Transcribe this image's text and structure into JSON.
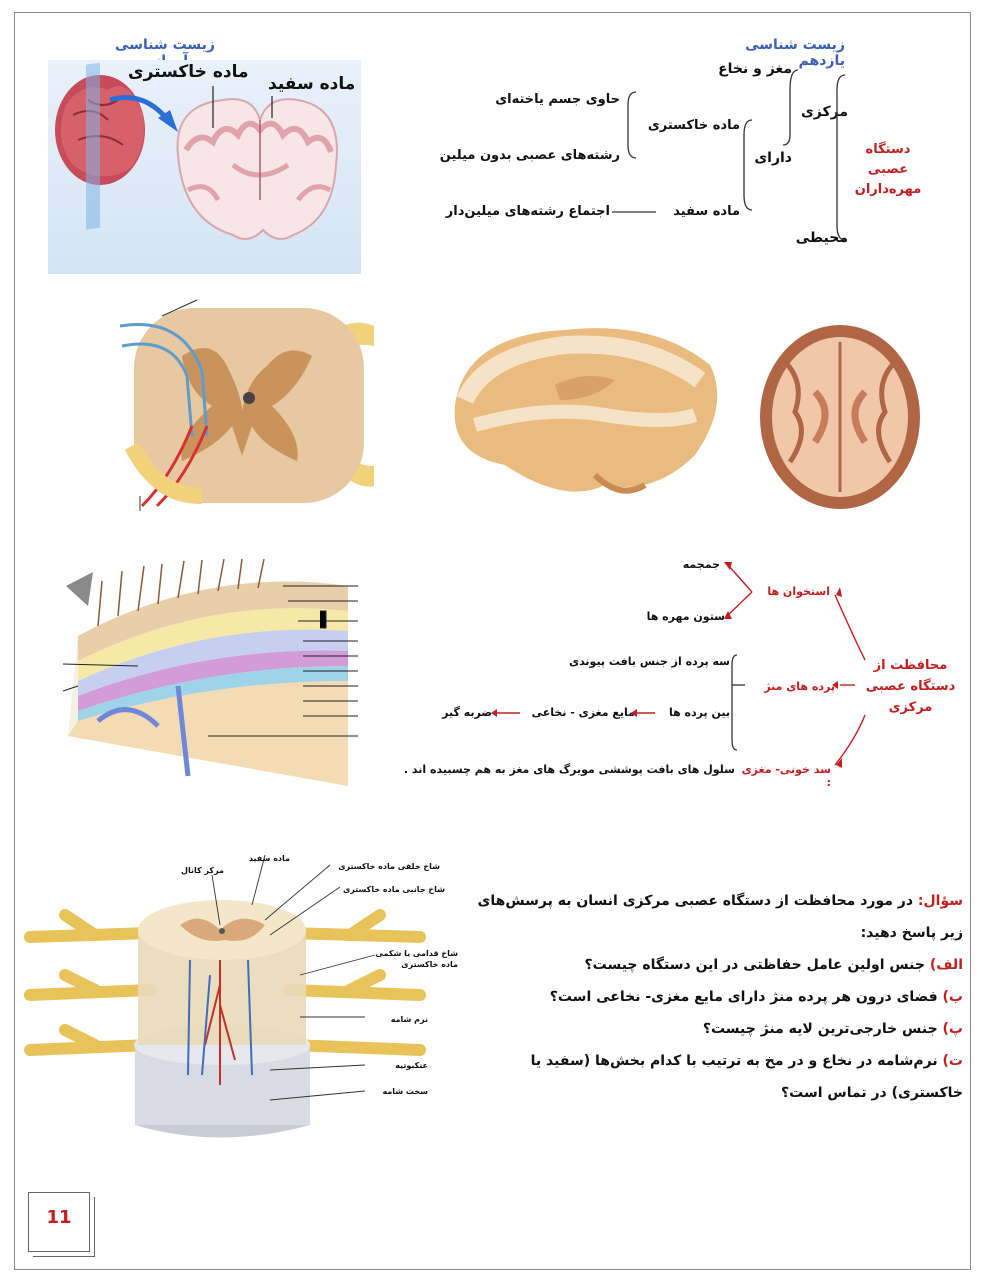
{
  "page": {
    "number": "11"
  },
  "section1": {
    "left_title": "زیست شناسی آرمانی",
    "image_labels": {
      "gray": "ماده خاکستری",
      "white": "ماده سفید"
    },
    "right_title": "زیست شناسی یازدهم",
    "tree": {
      "root": "دستگاه عصبی مهره‌داران",
      "central": "مرکزی",
      "peripheral": "محیطی",
      "brain_spinal": "مغز و نخاع",
      "has": "دارای",
      "gray": "ماده خاکستری",
      "gray_items": [
        "حاوی جسم یاخته‌ای",
        "رشته‌های عصبی بدون میلین"
      ],
      "white": "ماده سفید",
      "white_item": "اجتماع رشته‌های میلین‌دار"
    }
  },
  "section3": {
    "root": "محافظت از دستگاه عصبی مرکزی",
    "bones": "استخوان ها",
    "bone_items": [
      "جمجمه",
      "ستون مهره ها"
    ],
    "meninges": "پرده های منژ",
    "meninges_items": [
      "سه پرده از جنس بافت پیوندی",
      "بین پرده ها",
      "مایع مغزی - نخاعی",
      "ضربه گیر"
    ],
    "bbb": "سد خونی- مغزی :",
    "bbb_desc": "سلول های بافت پوششی مویرگ های مغز به هم چسبیده اند ."
  },
  "section4": {
    "labels": {
      "white": "ماده سفید",
      "canal": "مرکز کانال",
      "posterior": "شاخ خلفی ماده خاکستری",
      "lateral": "شاخ جانبی ماده خاکستری",
      "anterior": "شاخ قدامی یا شکمی ماده خاکستری",
      "pia": "نرم شامه",
      "arachnoid": "عنکبوتیه",
      "dura": "سخت شامه"
    },
    "question": {
      "label": "سؤال:",
      "text": "در مورد محافظت از دستگاه عصبی مرکزی انسان به پرسش‌های زیر پاسخ دهید:",
      "items": [
        {
          "key": "الف)",
          "text": "جنس اولین عامل حفاظتی در این دستگاه چیست؟"
        },
        {
          "key": "ب)",
          "text": "فضای درون هر پرده منژ دارای مایع مغزی- نخاعی است؟"
        },
        {
          "key": "پ)",
          "text": "جنس خارجی‌ترین لایه منژ چیست؟"
        },
        {
          "key": "ت)",
          "text": "نرم‌شامه در نخاع و در مخ به ترتیب با کدام بخش‌ها (سفید یا خاکستری) در تماس است؟"
        }
      ]
    }
  },
  "colors": {
    "accent_blue": "#3a5fb8",
    "accent_red": "#c41e1e"
  }
}
